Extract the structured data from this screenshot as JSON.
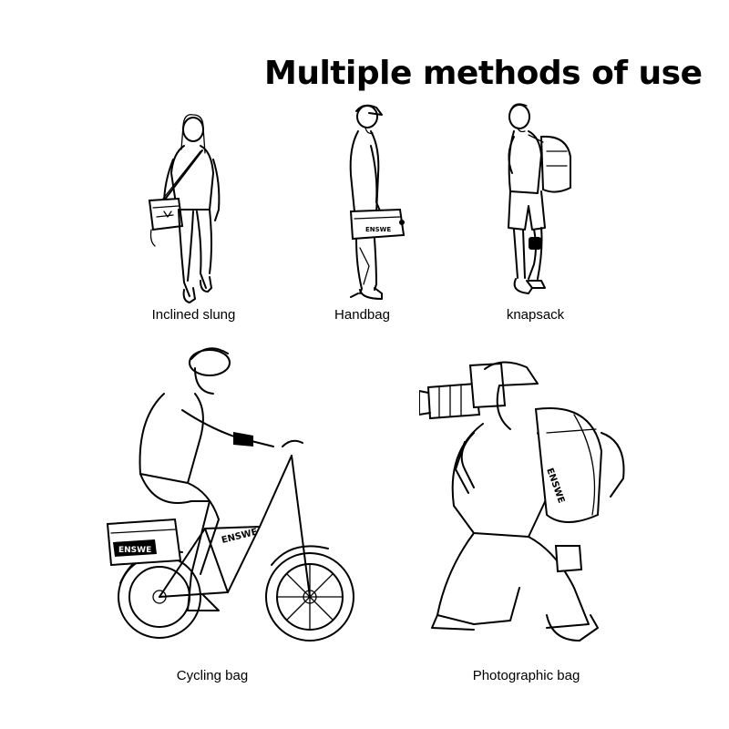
{
  "title": "Multiple methods of use",
  "brand": "ENSWE",
  "methods": [
    {
      "label": "Inclined slung",
      "icon": "person-inclined-slung-icon"
    },
    {
      "label": "Handbag",
      "icon": "person-handbag-icon"
    },
    {
      "label": "knapsack",
      "icon": "person-knapsack-icon"
    },
    {
      "label": "Cycling bag",
      "icon": "cyclist-bicycle-bag-icon"
    },
    {
      "label": "Photographic bag",
      "icon": "photographer-backpack-icon"
    }
  ]
}
